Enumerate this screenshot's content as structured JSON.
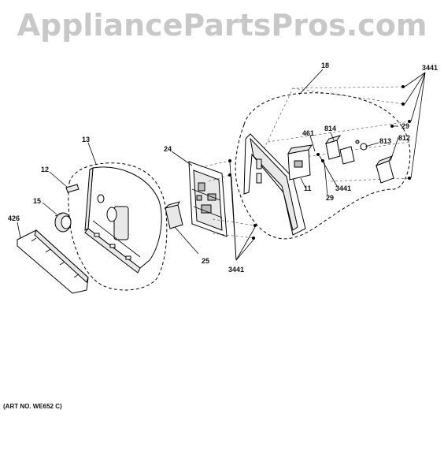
{
  "watermark": "AppliancePartsPros.com",
  "labels": {
    "p13": "13",
    "p12": "12",
    "p15": "15",
    "p426": "426",
    "p24": "24",
    "p25": "25",
    "p3441_bottom": "3441",
    "p18": "18",
    "p3441_top": "3441",
    "p29_a": "29",
    "p812": "812",
    "p814": "814",
    "p813": "813",
    "p461": "461",
    "p11": "11",
    "p3441_mid": "3441",
    "p29_b": "29"
  },
  "art_number": "(ART NO. WE652 C)"
}
